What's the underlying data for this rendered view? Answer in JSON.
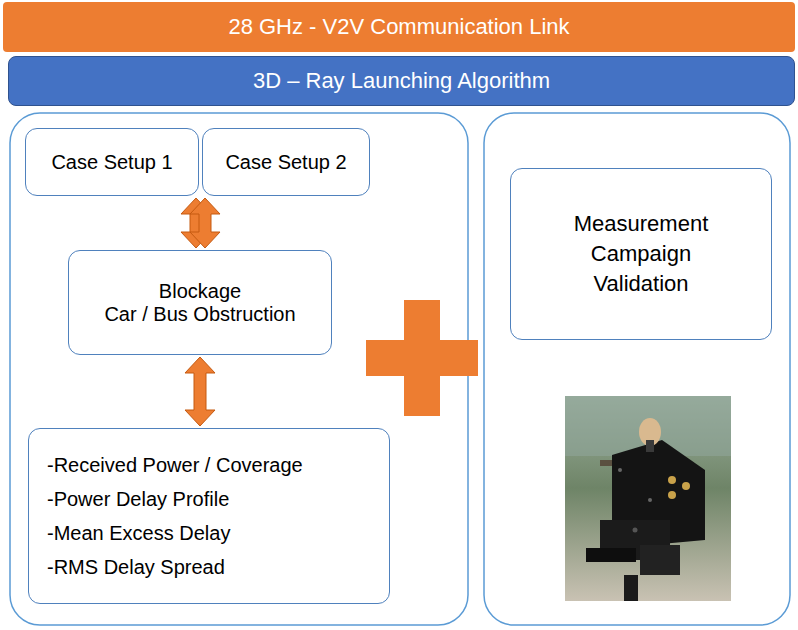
{
  "diagram": {
    "nodes": [
      {
        "text": [
          "28 GHz - V2V Communication Link"
        ]
      },
      {
        "text": [
          "3D – Ray Launching Algorithm"
        ]
      },
      {
        "text": [
          "Case Setup 1"
        ]
      },
      {
        "text": [
          "Case Setup 2"
        ]
      },
      {
        "text": [
          "Blockage",
          "Car / Bus Obstruction"
        ]
      },
      {
        "text": [
          "-Received Power / Coverage",
          "-Power Delay Profile",
          "-Mean Excess Delay",
          "-RMS Delay Spread"
        ]
      },
      {
        "text": [
          "Measurement Campaign Validation"
        ]
      }
    ],
    "edges": [
      {
        "from": 2,
        "to": 4,
        "arrow": "both"
      },
      {
        "from": 3,
        "to": 4,
        "arrow": "both"
      },
      {
        "from": 4,
        "to": 5,
        "arrow": "both"
      }
    ]
  }
}
